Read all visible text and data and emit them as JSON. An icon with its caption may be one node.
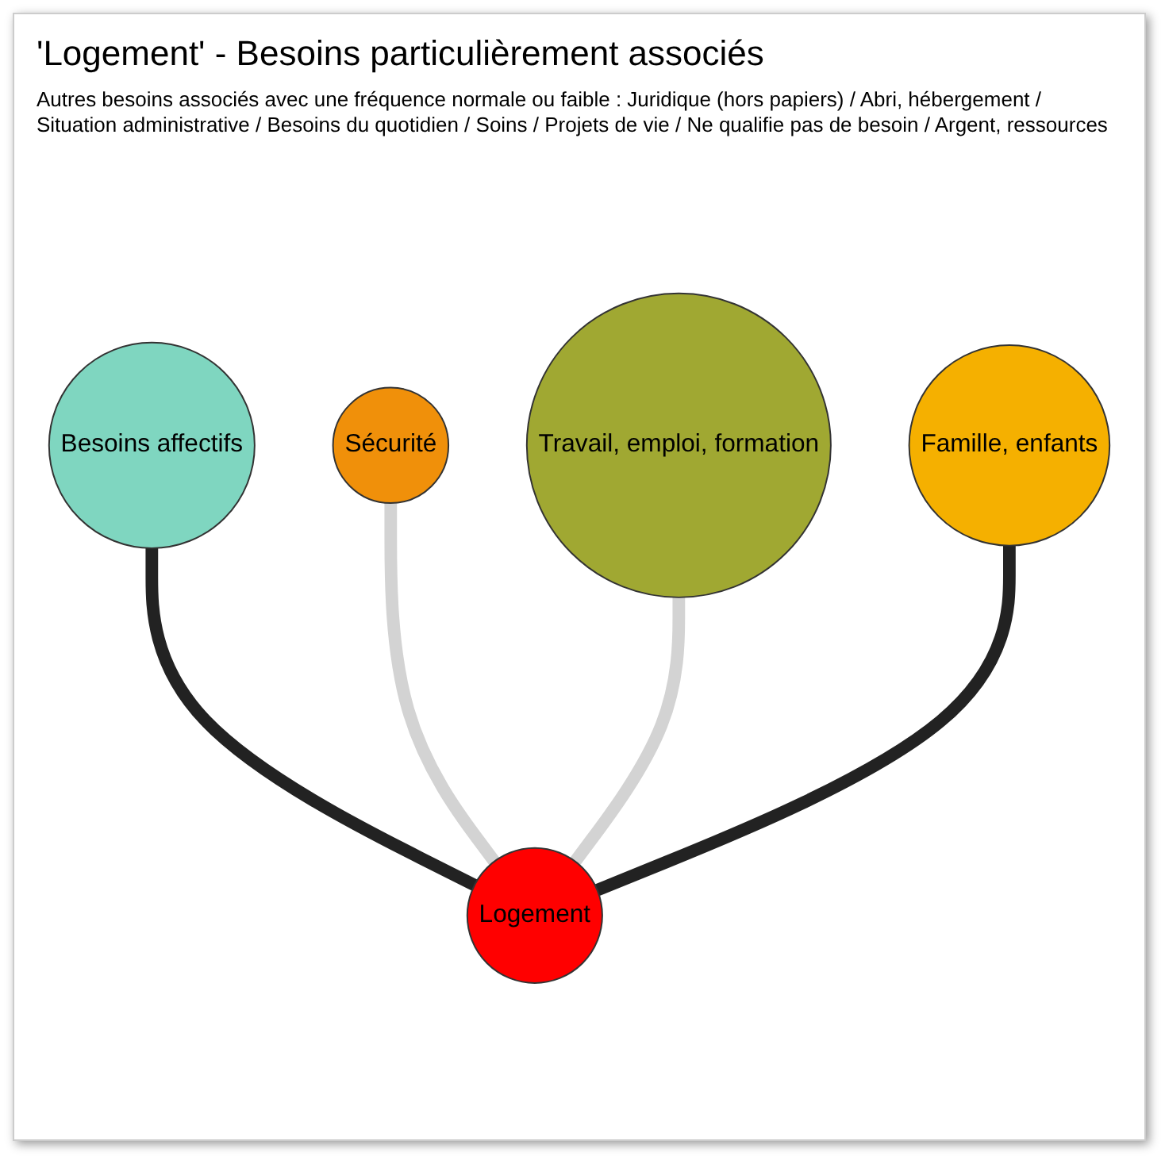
{
  "diagram": {
    "title": "'Logement' - Besoins particulièrement associés",
    "nodes": [
      {
        "text": [
          "Besoins affectifs"
        ]
      },
      {
        "text": [
          "Sécurité"
        ]
      },
      {
        "text": [
          "Travail, emploi, formation"
        ]
      },
      {
        "text": [
          "Logement"
        ]
      },
      {
        "text": [
          "Famille, enfants"
        ]
      }
    ],
    "edges": [
      {
        "from": 0,
        "to": 3,
        "arrow": "none",
        "color": "#222222"
      },
      {
        "from": 1,
        "to": 3,
        "arrow": "none",
        "color": "#d3d3d3"
      },
      {
        "from": 2,
        "to": 3,
        "arrow": "none",
        "color": "#d3d3d3"
      },
      {
        "from": 4,
        "to": 3,
        "arrow": "none",
        "color": "#222222"
      }
    ],
    "labels": [
      "Autres besoins associés avec une fréquence normale ou faible : Juridique (hors papiers) / Abri, hébergement / Situation administrative / Besoins du quotidien / Soins / Projets de vie / Ne qualifie pas de besoin / Argent, ressources"
    ]
  }
}
